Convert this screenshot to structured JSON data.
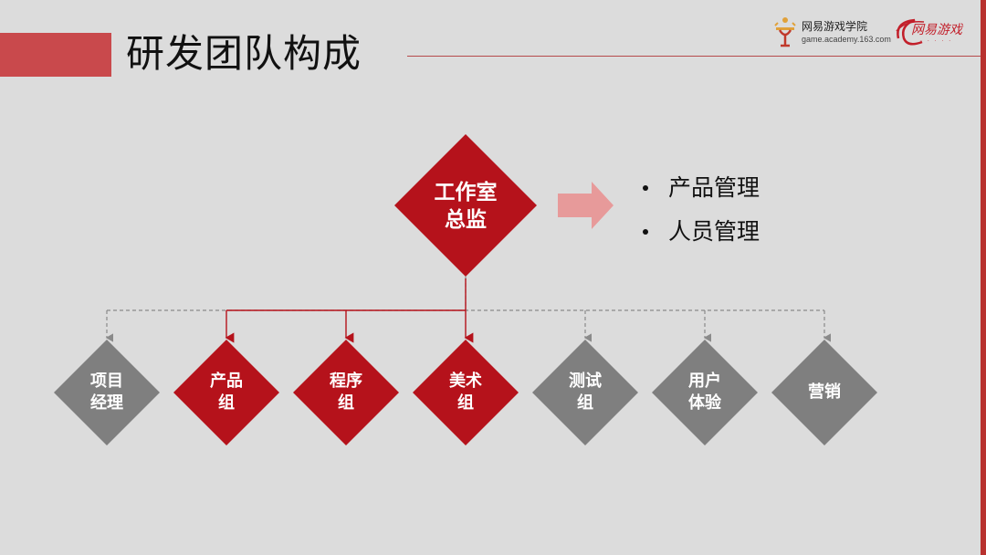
{
  "slide": {
    "title": "研发团队构成"
  },
  "logos": {
    "academy_name": "网易游戏学院",
    "academy_url": "game.academy.163.com",
    "game_brand": "网易游戏"
  },
  "colors": {
    "red": "#b5121b",
    "gray": "#7f7f7f",
    "arrow": "#e79a9a",
    "accent": "#c9494c"
  },
  "director": {
    "line1": "工作室",
    "line2": "总监"
  },
  "duties": [
    "产品管理",
    "人员管理"
  ],
  "groups": [
    {
      "line1": "项目",
      "line2": "经理",
      "color": "gray",
      "link": "dashed"
    },
    {
      "line1": "产品",
      "line2": "组",
      "color": "red",
      "link": "solid"
    },
    {
      "line1": "程序",
      "line2": "组",
      "color": "red",
      "link": "solid"
    },
    {
      "line1": "美术",
      "line2": "组",
      "color": "red",
      "link": "solid"
    },
    {
      "line1": "测试",
      "line2": "组",
      "color": "gray",
      "link": "dashed"
    },
    {
      "line1": "用户",
      "line2": "体验",
      "color": "gray",
      "link": "dashed"
    },
    {
      "line1": "营销",
      "line2": "",
      "color": "gray",
      "link": "dashed"
    }
  ]
}
